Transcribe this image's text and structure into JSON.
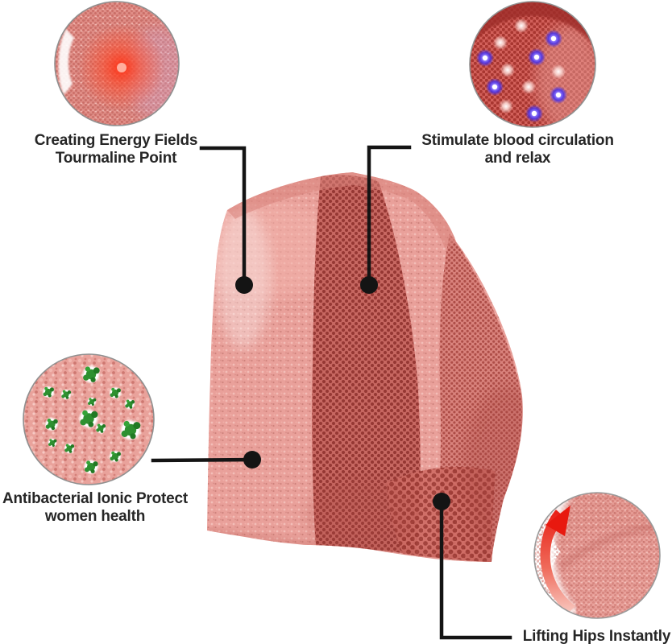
{
  "page": {
    "background_color": "#ffffff",
    "description": "Product infographic of pink seamless shaping shorts with four feature callouts"
  },
  "callouts": {
    "tourmaline": {
      "label": "Creating Energy Fields\nTourmaline Point"
    },
    "circulation": {
      "label": "Stimulate blood circulation\nand relax"
    },
    "antibacterial": {
      "label": "Antibacterial Ionic Protect\nwomen health"
    },
    "lifting": {
      "label": "Lifting Hips Instantly"
    }
  },
  "insets": {
    "tourmaline": {
      "icon": "tourmaline-glow-icon"
    },
    "circulation": {
      "icon": "glowing-dots-icon"
    },
    "antibacterial": {
      "icon": "ionic-microbes-icon"
    },
    "lifting": {
      "icon": "lift-arrow-icon"
    }
  },
  "colors": {
    "fabric_base": "#e69a93",
    "mesh_dark": "#c4625c",
    "accent_red": "#e8190f",
    "glow_blue": "#4a33e8",
    "microbe_green": "#2e9030",
    "leader_line": "#141414",
    "text": "#262626"
  }
}
